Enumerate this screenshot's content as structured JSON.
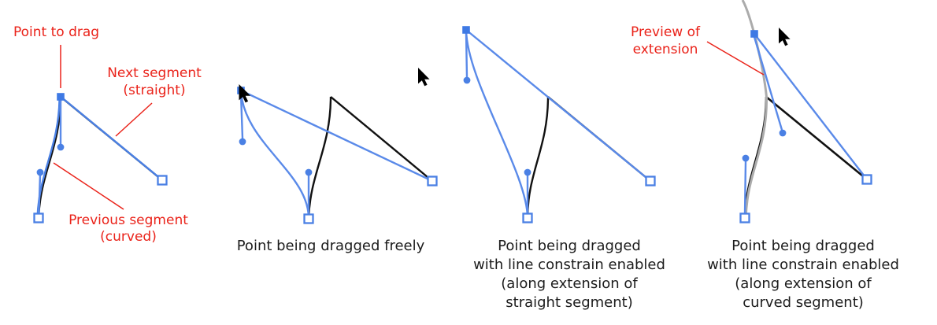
{
  "figure": {
    "panel_original": {
      "label_point_to_drag": "Point to drag",
      "label_next_segment_lines": [
        "Next segment",
        "(straight)"
      ],
      "label_previous_segment_lines": [
        "Previous segment",
        "(curved)"
      ]
    },
    "panel_free_drag": {
      "caption": "Point being dragged freely"
    },
    "panel_constrain_straight": {
      "caption_lines": [
        "Point being dragged",
        "with line constrain enabled",
        "(along extension of",
        "straight segment)"
      ]
    },
    "panel_constrain_curved": {
      "label_preview_lines": [
        "Preview of",
        "extension"
      ],
      "caption_lines": [
        "Point being dragged",
        "with line constrain enabled",
        "(along extension of",
        "curved segment)"
      ]
    },
    "colors": {
      "annotation_red": "#ea231a",
      "node_blue": "#4a80e4",
      "path_black": "#111111",
      "extension_preview_gray": "#ababab",
      "caption_black": "#1c1c1c",
      "background": "#ffffff"
    },
    "icons": {
      "cursor": "arrow-pointer-cursor-icon",
      "on_curve_selected": "filled-square-node-icon",
      "on_curve_end": "open-square-node-icon",
      "off_curve_handle": "filled-circle-handle-icon"
    }
  }
}
